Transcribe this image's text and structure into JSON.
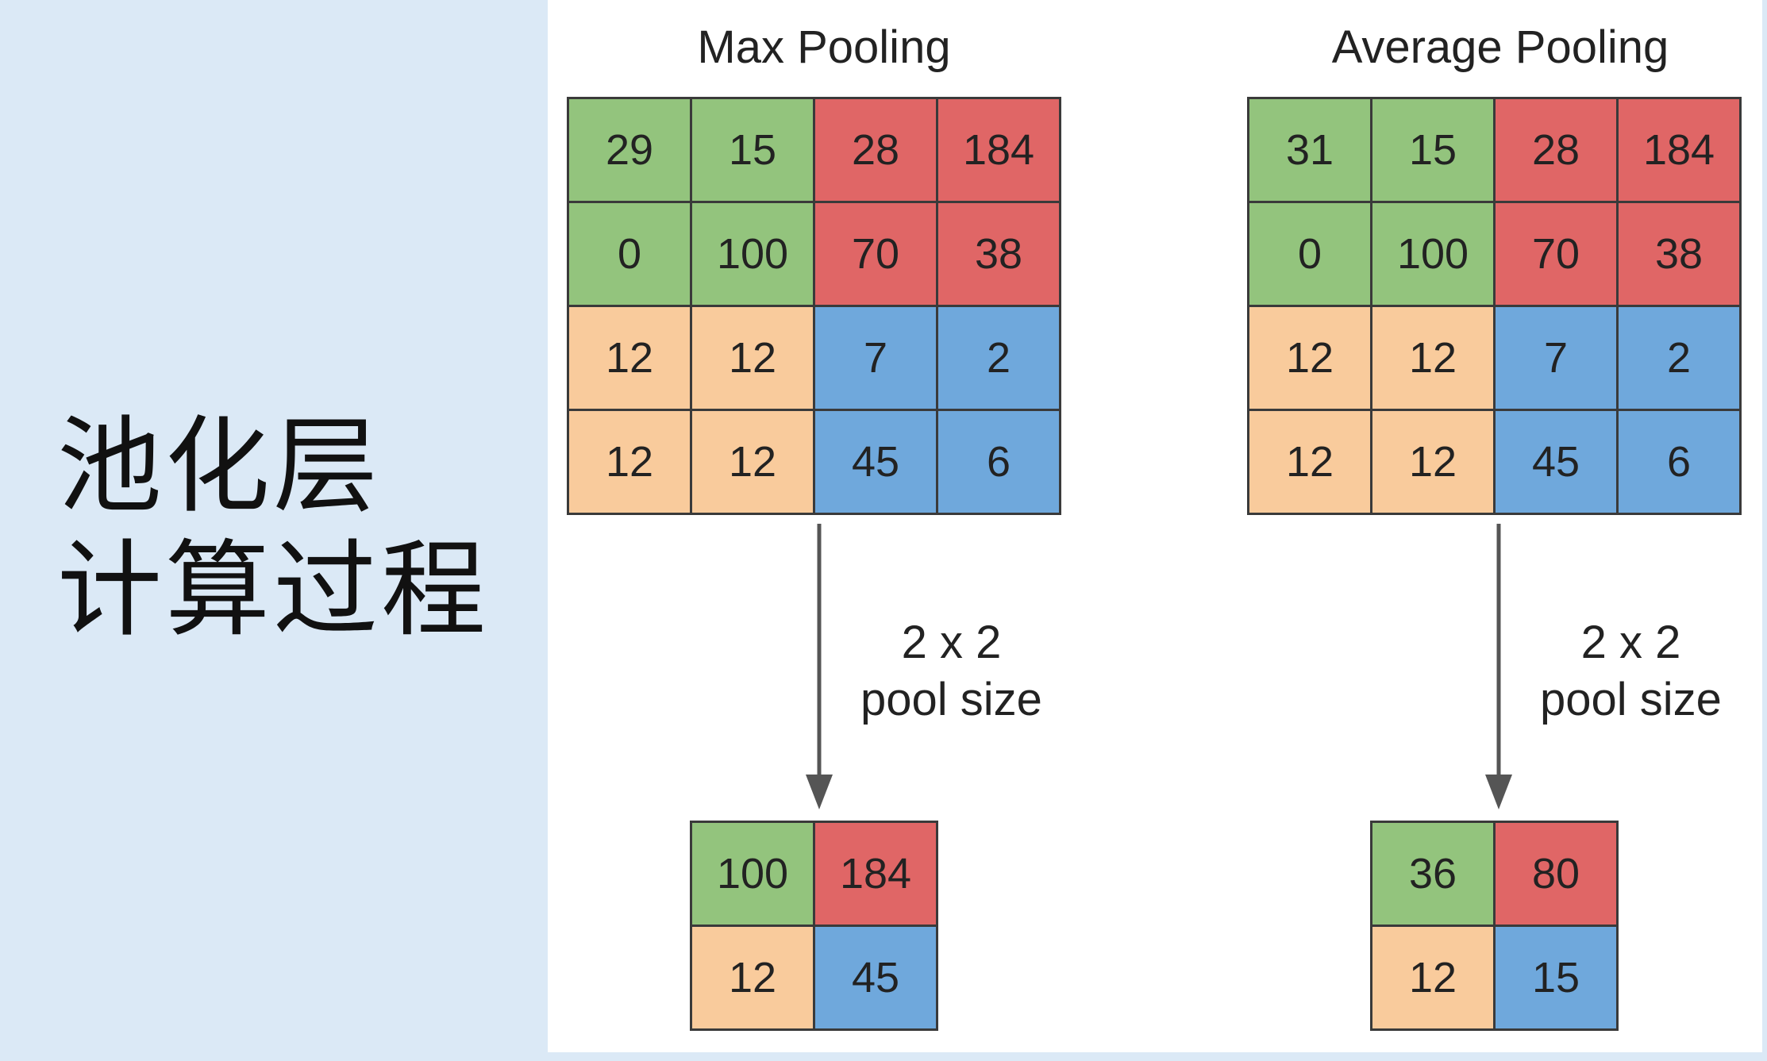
{
  "slide_title": [
    "池化层",
    "计算过程"
  ],
  "colors": {
    "green": "#93c47d",
    "red": "#e06666",
    "orange": "#f9cb9c",
    "blue": "#6fa8dc",
    "border": "#3a3a3a"
  },
  "panels": [
    {
      "heading": "Max Pooling",
      "pool_size_line1": "2 x 2",
      "pool_size_line2": "pool size",
      "input": [
        [
          "29",
          "15",
          "28",
          "184"
        ],
        [
          "0",
          "100",
          "70",
          "38"
        ],
        [
          "12",
          "12",
          "7",
          "2"
        ],
        [
          "12",
          "12",
          "45",
          "6"
        ]
      ],
      "output": [
        [
          "100",
          "184"
        ],
        [
          "12",
          "45"
        ]
      ]
    },
    {
      "heading": "Average Pooling",
      "pool_size_line1": "2 x 2",
      "pool_size_line2": "pool size",
      "input": [
        [
          "31",
          "15",
          "28",
          "184"
        ],
        [
          "0",
          "100",
          "70",
          "38"
        ],
        [
          "12",
          "12",
          "7",
          "2"
        ],
        [
          "12",
          "12",
          "45",
          "6"
        ]
      ],
      "output": [
        [
          "36",
          "80"
        ],
        [
          "12",
          "15"
        ]
      ]
    }
  ]
}
